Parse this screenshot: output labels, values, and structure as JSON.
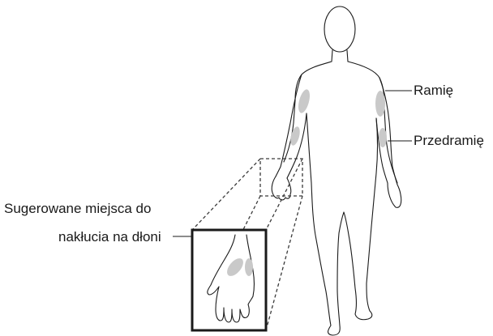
{
  "labels": {
    "arm": "Ramię",
    "forearm": "Przedramię",
    "palm_line1": "Sugerowane miejsca do",
    "palm_line2": "nakłucia na dłoni"
  },
  "colors": {
    "outline": "#1a1a1a",
    "site_highlight": "#c9c9c9",
    "background": "#ffffff"
  }
}
